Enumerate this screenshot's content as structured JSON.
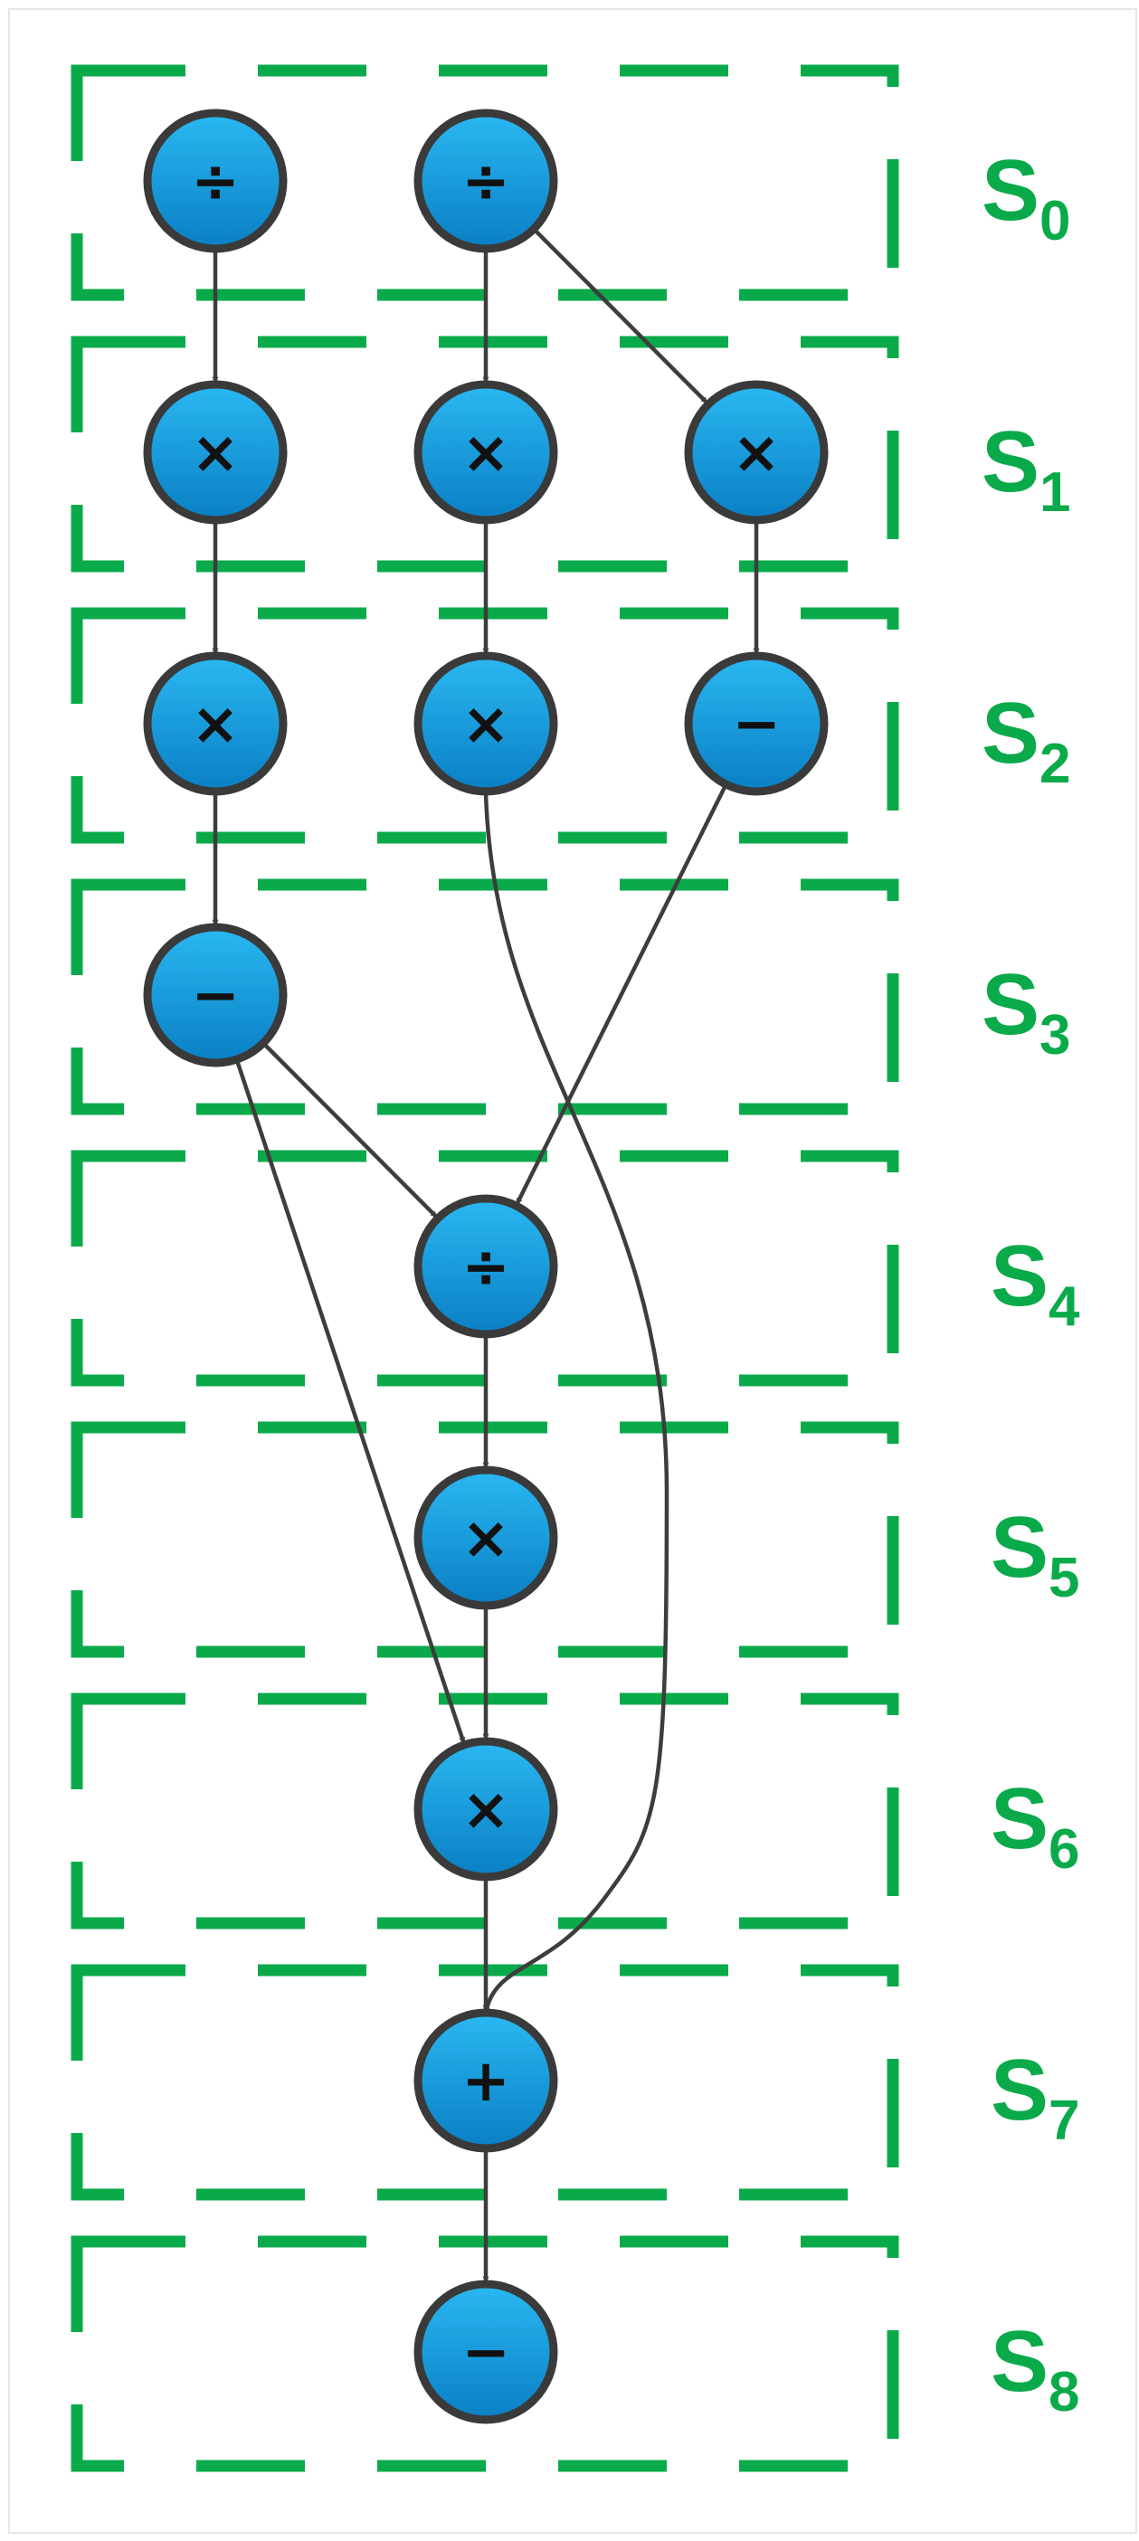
{
  "stages": [
    {
      "base": "S",
      "sub": "0"
    },
    {
      "base": "S",
      "sub": "1"
    },
    {
      "base": "S",
      "sub": "2"
    },
    {
      "base": "S",
      "sub": "3"
    },
    {
      "base": "S",
      "sub": "4"
    },
    {
      "base": "S",
      "sub": "5"
    },
    {
      "base": "S",
      "sub": "6"
    },
    {
      "base": "S",
      "sub": "7"
    },
    {
      "base": "S",
      "sub": "8"
    }
  ],
  "nodes": [
    {
      "id": "n0",
      "op": "÷",
      "stage": 0
    },
    {
      "id": "n1",
      "op": "÷",
      "stage": 0
    },
    {
      "id": "n2",
      "op": "×",
      "stage": 1
    },
    {
      "id": "n3",
      "op": "×",
      "stage": 1
    },
    {
      "id": "n4",
      "op": "×",
      "stage": 1
    },
    {
      "id": "n5",
      "op": "×",
      "stage": 2
    },
    {
      "id": "n6",
      "op": "×",
      "stage": 2
    },
    {
      "id": "n7",
      "op": "−",
      "stage": 2
    },
    {
      "id": "n8",
      "op": "−",
      "stage": 3
    },
    {
      "id": "n9",
      "op": "÷",
      "stage": 4
    },
    {
      "id": "n10",
      "op": "×",
      "stage": 5
    },
    {
      "id": "n11",
      "op": "×",
      "stage": 6
    },
    {
      "id": "n12",
      "op": "+",
      "stage": 7
    },
    {
      "id": "n13",
      "op": "−",
      "stage": 8
    }
  ],
  "edges": [
    {
      "from": "n0",
      "to": "n2"
    },
    {
      "from": "n1",
      "to": "n3"
    },
    {
      "from": "n1",
      "to": "n4"
    },
    {
      "from": "n2",
      "to": "n5"
    },
    {
      "from": "n3",
      "to": "n6"
    },
    {
      "from": "n4",
      "to": "n7"
    },
    {
      "from": "n5",
      "to": "n8"
    },
    {
      "from": "n8",
      "to": "n9"
    },
    {
      "from": "n7",
      "to": "n9"
    },
    {
      "from": "n8",
      "to": "n11"
    },
    {
      "from": "n6",
      "to": "n12"
    },
    {
      "from": "n9",
      "to": "n10"
    },
    {
      "from": "n10",
      "to": "n11"
    },
    {
      "from": "n11",
      "to": "n12"
    },
    {
      "from": "n12",
      "to": "n13"
    }
  ],
  "colors": {
    "stage_box": "#0aaa4a",
    "stage_label": "#0aaa4a",
    "node_fill_light": "#22b4f0",
    "node_fill_dark": "#0a82c8",
    "node_stroke": "#3a3a3a",
    "edge": "#3d3d3d"
  }
}
